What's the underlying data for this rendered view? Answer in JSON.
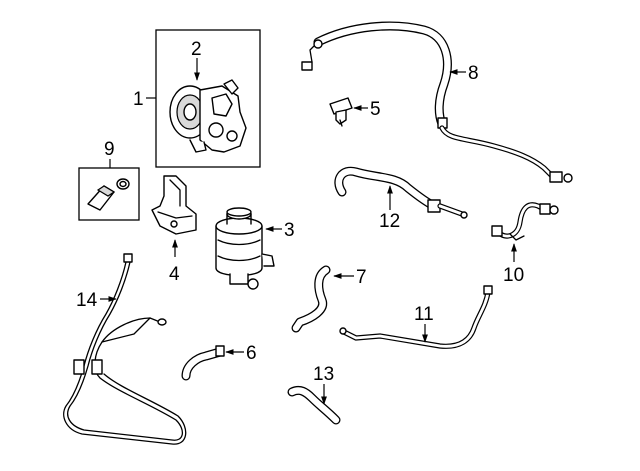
{
  "callouts": {
    "c1": "1",
    "c2": "2",
    "c3": "3",
    "c4": "4",
    "c5": "5",
    "c6": "6",
    "c7": "7",
    "c8": "8",
    "c9": "9",
    "c10": "10",
    "c11": "11",
    "c12": "12",
    "c13": "13",
    "c14": "14"
  },
  "colors": {
    "line": "#000000",
    "background": "#ffffff",
    "shade": "#d9d9d9"
  }
}
